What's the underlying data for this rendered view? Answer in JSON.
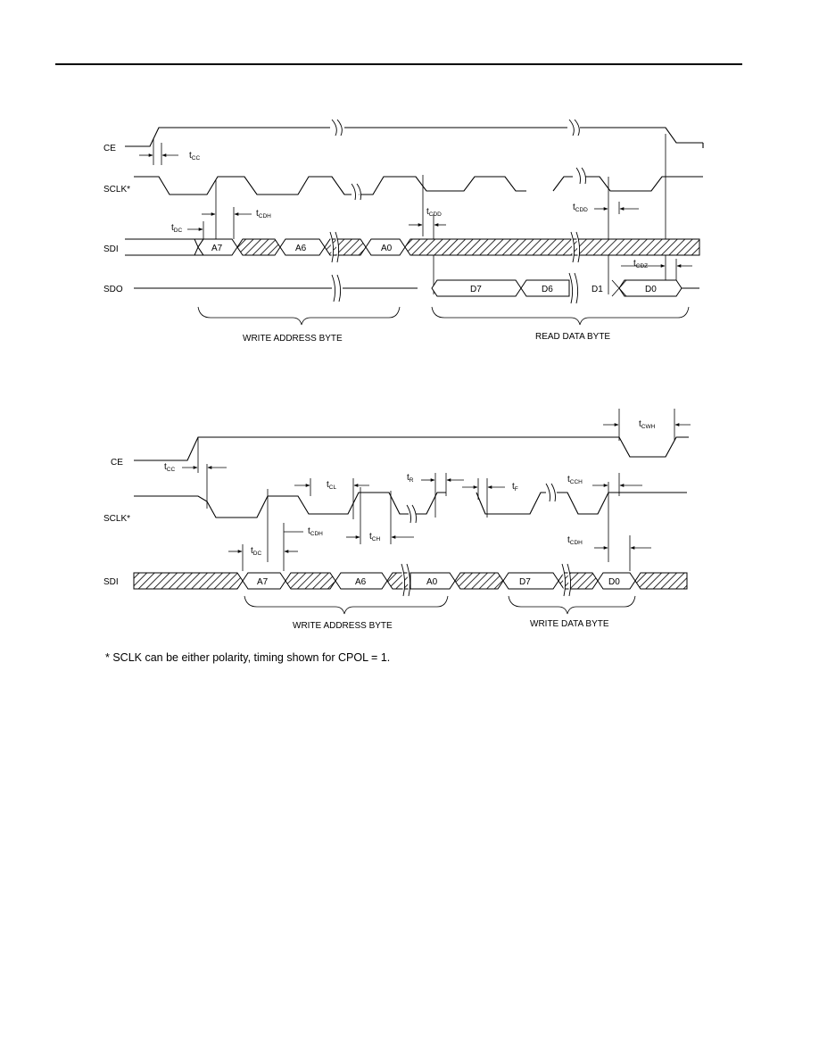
{
  "signals": {
    "ce": "CE",
    "sclk": "SCLK*",
    "sdi": "SDI",
    "sdo": "SDO"
  },
  "bits": {
    "a7": "A7",
    "a6": "A6",
    "a0": "A0",
    "d7": "D7",
    "d6": "D6",
    "d1": "D1",
    "d0": "D0"
  },
  "timing": {
    "tcc_main": "t",
    "tcc_sub": "CC",
    "tcdh_main": "t",
    "tcdh_sub": "CDH",
    "tdc_main": "t",
    "tdc_sub": "DC",
    "tcdd_main": "t",
    "tcdd_sub": "CDD",
    "tcdz_main": "t",
    "tcdz_sub": "CDZ",
    "tcwh_main": "t",
    "tcwh_sub": "CWH",
    "tcl_main": "t",
    "tcl_sub": "CL",
    "tch_main": "t",
    "tch_sub": "CH",
    "tr_main": "t",
    "tr_sub": "R",
    "tf_main": "t",
    "tf_sub": "F",
    "tcch_main": "t",
    "tcch_sub": "CCH"
  },
  "groups": {
    "write_address_byte": "WRITE ADDRESS BYTE",
    "read_data_byte": "READ DATA BYTE",
    "write_data_byte": "WRITE DATA BYTE"
  },
  "footnote": "* SCLK can be either polarity, timing shown for CPOL = 1."
}
